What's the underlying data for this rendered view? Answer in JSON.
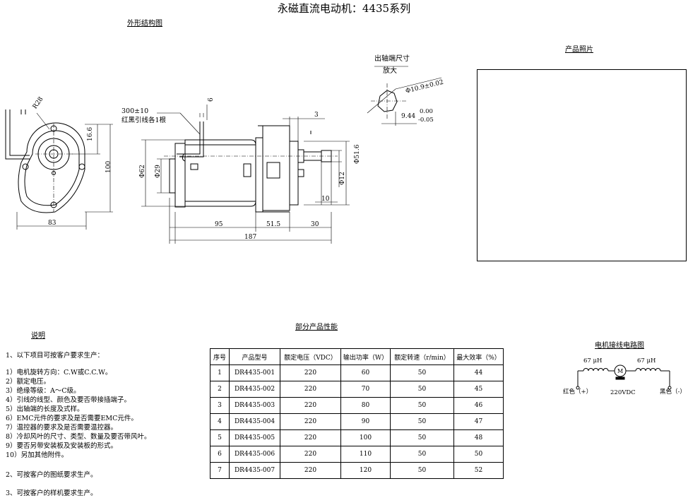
{
  "title": "永磁直流电动机：4435系列",
  "drawing": {
    "section_title": "外形结构图",
    "lead_note_1": "300±10",
    "lead_note_2": "红黑引线各1根",
    "dims": {
      "r28": "R28",
      "d16_6": "16.6",
      "d100": "100",
      "d83": "83",
      "d6": "6",
      "d3": "3",
      "phi62": "Φ62",
      "phi29": "Φ29",
      "phi51_6": "Φ51.6",
      "phi12": "Φ12",
      "d10": "10",
      "d95": "95",
      "d51_5": "51.5",
      "d30": "30",
      "d187": "187"
    }
  },
  "shaft": {
    "title": "出轴端尺寸",
    "subtitle": "放大",
    "dia": "Φ10.9±0.02",
    "flat": "9.44",
    "tol_upper": "0.00",
    "tol_lower": "-0.05"
  },
  "photo": {
    "title": "产品照片"
  },
  "notes": {
    "title": "说明",
    "line_1": "1、以下项目可按客户要求生产：",
    "items": [
      "1）电机旋转方向：C.W或C.C.W。",
      "2）额定电压。",
      "3）绝缘等级：A～C级。",
      "4）引线的线型、颜色及要否带接插端子。",
      "5）出轴端的长度及式样。",
      "6）EMC元件的要求及是否需要EMC元件。",
      "7）温控器的要求及是否需要温控器。",
      "8）冷却风叶的尺寸、类型、数量及要否带风叶。",
      "9）要否另带安装板及安装板的形式。",
      "10）另加其他附件。"
    ],
    "line_2": "2、可按客户的图纸要求生产。",
    "line_3": "3、可按客户的样机要求生产。"
  },
  "performance": {
    "title": "部分产品性能",
    "headers": [
      "序号",
      "产品型号",
      "额定电压（VDC）",
      "输出功率（W）",
      "额定转速（r/min）",
      "最大效率（%）"
    ],
    "rows": [
      [
        "1",
        "DR4435-001",
        "220",
        "60",
        "50",
        "44"
      ],
      [
        "2",
        "DR4435-002",
        "220",
        "70",
        "50",
        "45"
      ],
      [
        "3",
        "DR4435-003",
        "220",
        "80",
        "50",
        "46"
      ],
      [
        "4",
        "DR4435-004",
        "220",
        "90",
        "50",
        "47"
      ],
      [
        "5",
        "DR4435-005",
        "220",
        "100",
        "50",
        "48"
      ],
      [
        "6",
        "DR4435-006",
        "220",
        "110",
        "50",
        "50"
      ],
      [
        "7",
        "DR4435-007",
        "220",
        "120",
        "50",
        "52"
      ]
    ]
  },
  "circuit": {
    "title": "电机接线电路图",
    "inductor_left": "67 μH",
    "inductor_right": "67 μH",
    "motor": "M",
    "voltage": "220VDC",
    "red": "红色（+）",
    "black": "黑色（-）"
  }
}
